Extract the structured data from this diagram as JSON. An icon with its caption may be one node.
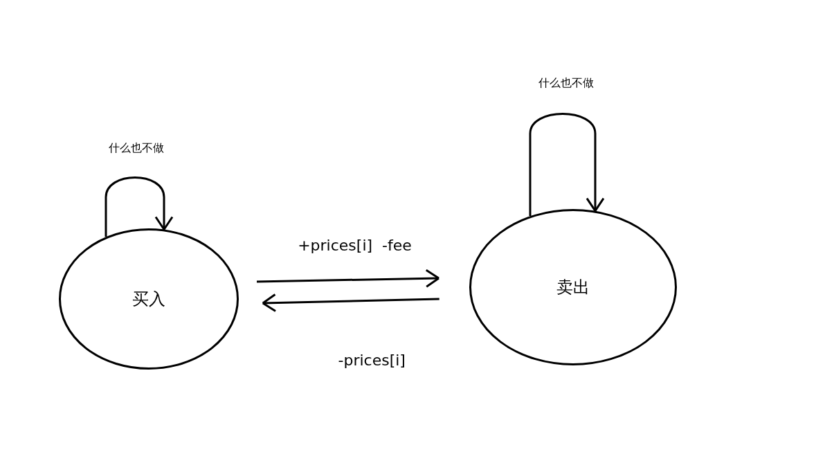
{
  "diagram": {
    "nodes": [
      {
        "text": [
          "买入"
        ]
      },
      {
        "text": [
          "卖出"
        ]
      }
    ],
    "edges": [
      {
        "from": 0,
        "to": 0,
        "arrow": "to",
        "label": "什么也不做"
      },
      {
        "from": 1,
        "to": 1,
        "arrow": "to",
        "label": "什么也不做"
      },
      {
        "from": 0,
        "to": 1,
        "arrow": "to",
        "label": "+prices[i]  -fee"
      },
      {
        "from": 1,
        "to": 0,
        "arrow": "to",
        "label": "-prices[i]"
      }
    ]
  }
}
